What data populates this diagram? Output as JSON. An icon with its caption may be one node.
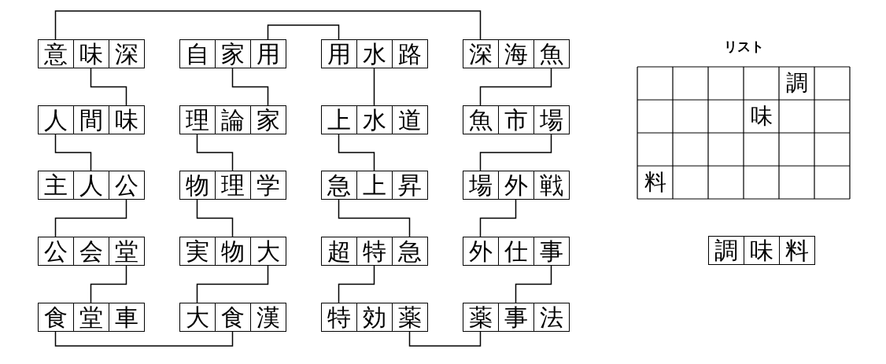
{
  "diagram": {
    "nodes": [
      {
        "text": [
          "意"
        ]
      },
      {
        "text": [
          "味"
        ]
      },
      {
        "text": [
          "深"
        ]
      },
      {
        "text": [
          "自"
        ]
      },
      {
        "text": [
          "家"
        ]
      },
      {
        "text": [
          "用"
        ]
      },
      {
        "text": [
          "用"
        ]
      },
      {
        "text": [
          "水"
        ]
      },
      {
        "text": [
          "路"
        ]
      },
      {
        "text": [
          "深"
        ]
      },
      {
        "text": [
          "海"
        ]
      },
      {
        "text": [
          "魚"
        ]
      },
      {
        "text": [
          "人"
        ]
      },
      {
        "text": [
          "間"
        ]
      },
      {
        "text": [
          "味"
        ]
      },
      {
        "text": [
          "理"
        ]
      },
      {
        "text": [
          "論"
        ]
      },
      {
        "text": [
          "家"
        ]
      },
      {
        "text": [
          "上"
        ]
      },
      {
        "text": [
          "水"
        ]
      },
      {
        "text": [
          "道"
        ]
      },
      {
        "text": [
          "魚"
        ]
      },
      {
        "text": [
          "市"
        ]
      },
      {
        "text": [
          "場"
        ]
      },
      {
        "text": [
          "主"
        ]
      },
      {
        "text": [
          "人"
        ]
      },
      {
        "text": [
          "公"
        ]
      },
      {
        "text": [
          "物"
        ]
      },
      {
        "text": [
          "理"
        ]
      },
      {
        "text": [
          "学"
        ]
      },
      {
        "text": [
          "急"
        ]
      },
      {
        "text": [
          "上"
        ]
      },
      {
        "text": [
          "昇"
        ]
      },
      {
        "text": [
          "場"
        ]
      },
      {
        "text": [
          "外"
        ]
      },
      {
        "text": [
          "戦"
        ]
      },
      {
        "text": [
          "公"
        ]
      },
      {
        "text": [
          "会"
        ]
      },
      {
        "text": [
          "堂"
        ]
      },
      {
        "text": [
          "実"
        ]
      },
      {
        "text": [
          "物"
        ]
      },
      {
        "text": [
          "大"
        ]
      },
      {
        "text": [
          "超"
        ]
      },
      {
        "text": [
          "特"
        ]
      },
      {
        "text": [
          "急"
        ]
      },
      {
        "text": [
          "外"
        ]
      },
      {
        "text": [
          "仕"
        ]
      },
      {
        "text": [
          "事"
        ]
      },
      {
        "text": [
          "食"
        ]
      },
      {
        "text": [
          "堂"
        ]
      },
      {
        "text": [
          "車"
        ]
      },
      {
        "text": [
          "大"
        ]
      },
      {
        "text": [
          "食"
        ]
      },
      {
        "text": [
          "漢"
        ]
      },
      {
        "text": [
          "特"
        ]
      },
      {
        "text": [
          "効"
        ]
      },
      {
        "text": [
          "薬"
        ]
      },
      {
        "text": [
          "薬"
        ]
      },
      {
        "text": [
          "事"
        ]
      },
      {
        "text": [
          "法"
        ]
      },
      {
        "text": [
          "調"
        ]
      },
      {
        "text": [
          "味"
        ]
      },
      {
        "text": [
          "料"
        ]
      }
    ],
    "edges": [
      {
        "from": 0,
        "to": 9,
        "arrow": "none"
      },
      {
        "from": 1,
        "to": 14,
        "arrow": "none"
      },
      {
        "from": 12,
        "to": 25,
        "arrow": "none"
      },
      {
        "from": 26,
        "to": 36,
        "arrow": "none"
      },
      {
        "from": 38,
        "to": 49,
        "arrow": "none"
      },
      {
        "from": 48,
        "to": 52,
        "arrow": "none"
      },
      {
        "from": 51,
        "to": 41,
        "arrow": "none"
      },
      {
        "from": 40,
        "to": 27,
        "arrow": "none"
      },
      {
        "from": 28,
        "to": 15,
        "arrow": "none"
      },
      {
        "from": 17,
        "to": 4,
        "arrow": "none"
      },
      {
        "from": 5,
        "to": 6,
        "arrow": "none"
      },
      {
        "from": 7,
        "to": 19,
        "arrow": "none"
      },
      {
        "from": 18,
        "to": 31,
        "arrow": "none"
      },
      {
        "from": 30,
        "to": 44,
        "arrow": "none"
      },
      {
        "from": 43,
        "to": 54,
        "arrow": "none"
      },
      {
        "from": 56,
        "to": 57,
        "arrow": "none"
      },
      {
        "from": 58,
        "to": 47,
        "arrow": "none"
      },
      {
        "from": 45,
        "to": 34,
        "arrow": "none"
      },
      {
        "from": 33,
        "to": 23,
        "arrow": "none"
      },
      {
        "from": 21,
        "to": 11,
        "arrow": "none"
      }
    ],
    "labels": [
      "リスト",
      "調",
      "味",
      "料"
    ]
  }
}
